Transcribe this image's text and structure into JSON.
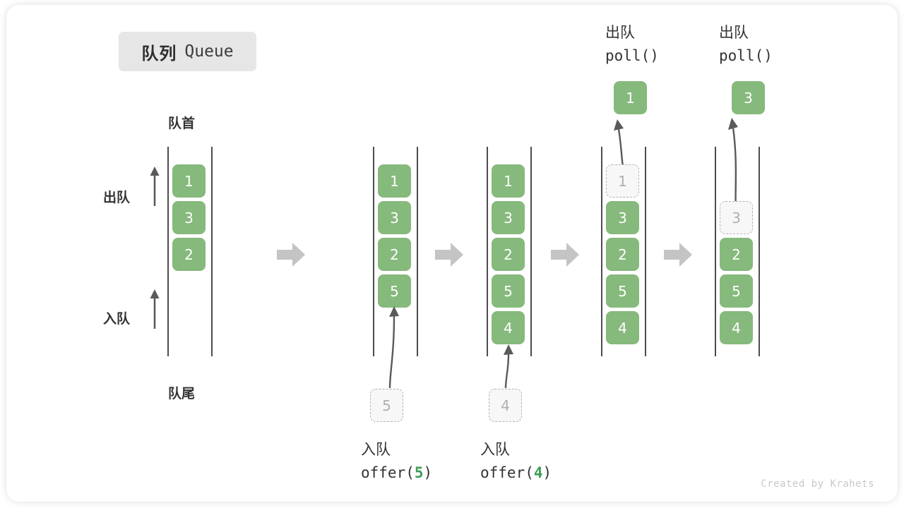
{
  "title": {
    "cn": "队列",
    "en": "Queue"
  },
  "labels": {
    "head": "队首",
    "tail": "队尾",
    "dequeue": "出队",
    "enqueue": "入队"
  },
  "colors": {
    "cell_fill": "#86b97c",
    "cell_text": "#ffffff",
    "ghost_fill": "#f7f7f7",
    "ghost_border": "#b5b5b5",
    "ghost_text": "#b0b0b0",
    "rail": "#4d4d4d",
    "arrow_gray": "#5a5a5a",
    "step_arrow": "#c4c4c4",
    "accent_green": "#3d9e56",
    "title_pill_bg": "#e6e6e6",
    "watermark": "#c9c9c9"
  },
  "stages": [
    {
      "id": "stage-initial",
      "name": "initial-queue",
      "cells": [
        {
          "value": "1",
          "state": "filled"
        },
        {
          "value": "3",
          "state": "filled"
        },
        {
          "value": "2",
          "state": "filled"
        }
      ]
    },
    {
      "id": "stage-offer-5",
      "name": "after-offer-5",
      "cells": [
        {
          "value": "1",
          "state": "filled"
        },
        {
          "value": "3",
          "state": "filled"
        },
        {
          "value": "2",
          "state": "filled"
        },
        {
          "value": "5",
          "state": "filled"
        }
      ],
      "incoming": {
        "value": "5",
        "state": "ghost"
      },
      "op_cn": "入队",
      "op_code_prefix": "offer(",
      "op_code_arg": "5",
      "op_code_suffix": ")"
    },
    {
      "id": "stage-offer-4",
      "name": "after-offer-4",
      "cells": [
        {
          "value": "1",
          "state": "filled"
        },
        {
          "value": "3",
          "state": "filled"
        },
        {
          "value": "2",
          "state": "filled"
        },
        {
          "value": "5",
          "state": "filled"
        },
        {
          "value": "4",
          "state": "filled"
        }
      ],
      "incoming": {
        "value": "4",
        "state": "ghost"
      },
      "op_cn": "入队",
      "op_code_prefix": "offer(",
      "op_code_arg": "4",
      "op_code_suffix": ")"
    },
    {
      "id": "stage-poll-1",
      "name": "after-poll-1",
      "cells": [
        {
          "value": "1",
          "state": "ghost"
        },
        {
          "value": "3",
          "state": "filled"
        },
        {
          "value": "2",
          "state": "filled"
        },
        {
          "value": "5",
          "state": "filled"
        },
        {
          "value": "4",
          "state": "filled"
        }
      ],
      "outgoing": {
        "value": "1",
        "state": "filled"
      },
      "op_cn": "出队",
      "op_code": "poll()"
    },
    {
      "id": "stage-poll-3",
      "name": "after-poll-3",
      "cells": [
        {
          "value": "3",
          "state": "ghost"
        },
        {
          "value": "2",
          "state": "filled"
        },
        {
          "value": "5",
          "state": "filled"
        },
        {
          "value": "4",
          "state": "filled"
        }
      ],
      "outgoing": {
        "value": "3",
        "state": "filled"
      },
      "op_cn": "出队",
      "op_code": "poll()"
    }
  ],
  "watermark": "Created by Krahets"
}
